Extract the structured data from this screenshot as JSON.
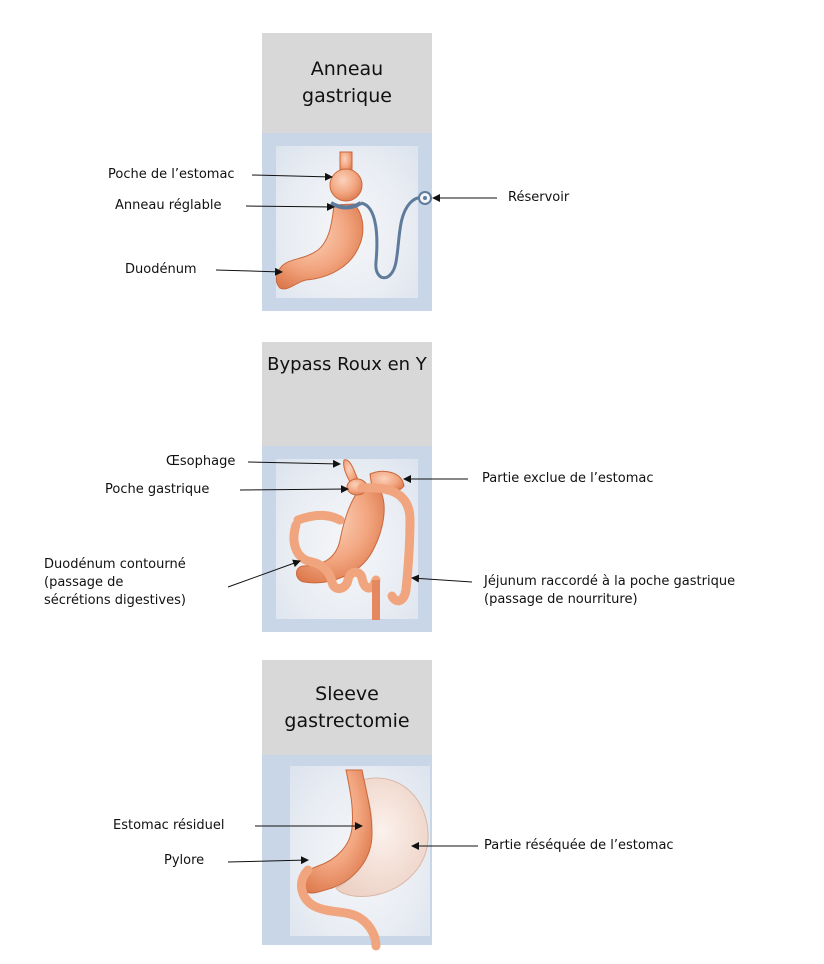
{
  "panels": [
    {
      "title_lines": [
        "Anneau",
        "gastrique"
      ],
      "labels": {
        "poche_estomac": "Poche de l’estomac",
        "anneau_reglable": "Anneau réglable",
        "duodenum": "Duodénum",
        "reservoir": "Réservoir"
      }
    },
    {
      "title_lines": [
        "Bypass Roux en Y"
      ],
      "labels": {
        "oesophage": "Œsophage",
        "poche_gastrique": "Poche gastrique",
        "duodenum_contourne": [
          "Duodénum contourné",
          "(passage de",
          "sécrétions digestives)"
        ],
        "partie_exclue": "Partie exclue de l’estomac",
        "jejunum": [
          "Jéjunum raccordé à la poche gastrique",
          "(passage de nourriture)"
        ]
      }
    },
    {
      "title_lines": [
        "Sleeve",
        "gastrectomie"
      ],
      "labels": {
        "estomac_residuel": "Estomac résiduel",
        "pylore": "Pylore",
        "partie_resequee": "Partie réséquée de l’estomac"
      }
    }
  ],
  "colors": {
    "header_bg": "#d8d8d8",
    "body_bg": "#c9d6e8",
    "organ": "#f0a57e",
    "organ_dark": "#d9683f",
    "tube": "#5f7b9c",
    "resected": "#f6e6de"
  }
}
